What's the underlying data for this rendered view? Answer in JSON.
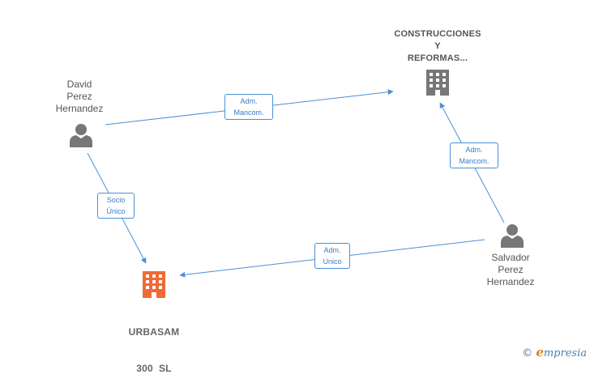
{
  "nodes": {
    "david": {
      "label_lines": [
        "David",
        "Perez",
        "Hernandez"
      ],
      "type": "person"
    },
    "construcciones": {
      "label_lines": [
        "CONSTRUCCIONES",
        "Y",
        "REFORMAS..."
      ],
      "type": "company"
    },
    "salvador": {
      "label_lines": [
        "Salvador",
        "Perez",
        "Hernandez"
      ],
      "type": "person"
    },
    "urbasam": {
      "label_lines": [
        "URBASAM",
        "300  SL"
      ],
      "type": "company-main"
    }
  },
  "edges": {
    "david_construcciones": {
      "lines": [
        "Adm.",
        "Mancom."
      ]
    },
    "salvador_construcciones": {
      "lines": [
        "Adm.",
        "Mancom."
      ]
    },
    "david_urbasam": {
      "lines": [
        "Socio",
        "Único"
      ]
    },
    "salvador_urbasam": {
      "lines": [
        "Adm.",
        "Unico"
      ]
    }
  },
  "colors": {
    "edge": "#4a90d9",
    "person_icon": "#777777",
    "company_icon": "#777777",
    "main_company_icon": "#f06a35"
  },
  "watermark": {
    "copyright": "©",
    "brand_initial": "e",
    "brand_rest": "mpresia"
  }
}
